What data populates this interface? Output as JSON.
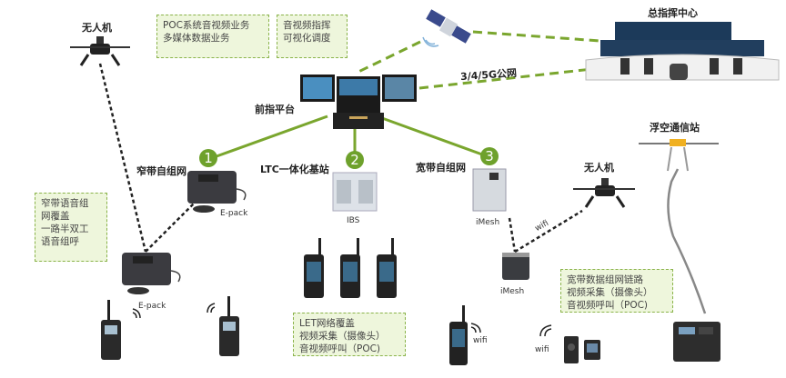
{
  "colors": {
    "link_green": "#7aa62e",
    "badge_green": "#6ea12c",
    "note_bg": "#eef6dc",
    "note_border": "#8ab34a"
  },
  "nodes": {
    "drone_left": {
      "title": "无人机"
    },
    "command_center": {
      "title": "总指挥中心"
    },
    "front_platform": {
      "title": "前指平台"
    },
    "public_network": {
      "label": "3/4/5G公网"
    },
    "aerial_station": {
      "title": "浮空通信站"
    },
    "drone_right": {
      "title": "无人机"
    },
    "narrowband": {
      "title": "窄带自组网",
      "badge": "1"
    },
    "ltc": {
      "title": "LTC一体化基站",
      "badge": "2",
      "device": "IBS"
    },
    "broadband": {
      "title": "宽带自组网",
      "badge": "3",
      "device": "iMesh"
    },
    "epack_top": {
      "label": "E-pack"
    },
    "epack_bottom": {
      "label": "E-pack"
    },
    "imesh_bottom": {
      "label": "iMesh"
    },
    "wifi_link": {
      "label": "wifi"
    },
    "wifi_phone": {
      "label": "wifi"
    },
    "wifi_bodycam": {
      "label": "wifi"
    }
  },
  "notes": {
    "poc": {
      "lines": [
        "POC系统音视频业务",
        "多媒体数据业务"
      ]
    },
    "dispatch": {
      "lines": [
        "音视频指挥",
        "可视化调度"
      ]
    },
    "narrowband": {
      "lines": [
        "窄带语音组",
        "网覆盖",
        "一路半双工",
        "语音组呼"
      ]
    },
    "lte": {
      "lines": [
        "LET网络覆盖",
        "视频采集（摄像头）",
        "音视频呼叫（POC)"
      ]
    },
    "broadband": {
      "lines": [
        "宽带数据组网链路",
        "视频采集（摄像头）",
        "音视频呼叫（POC)"
      ]
    }
  }
}
